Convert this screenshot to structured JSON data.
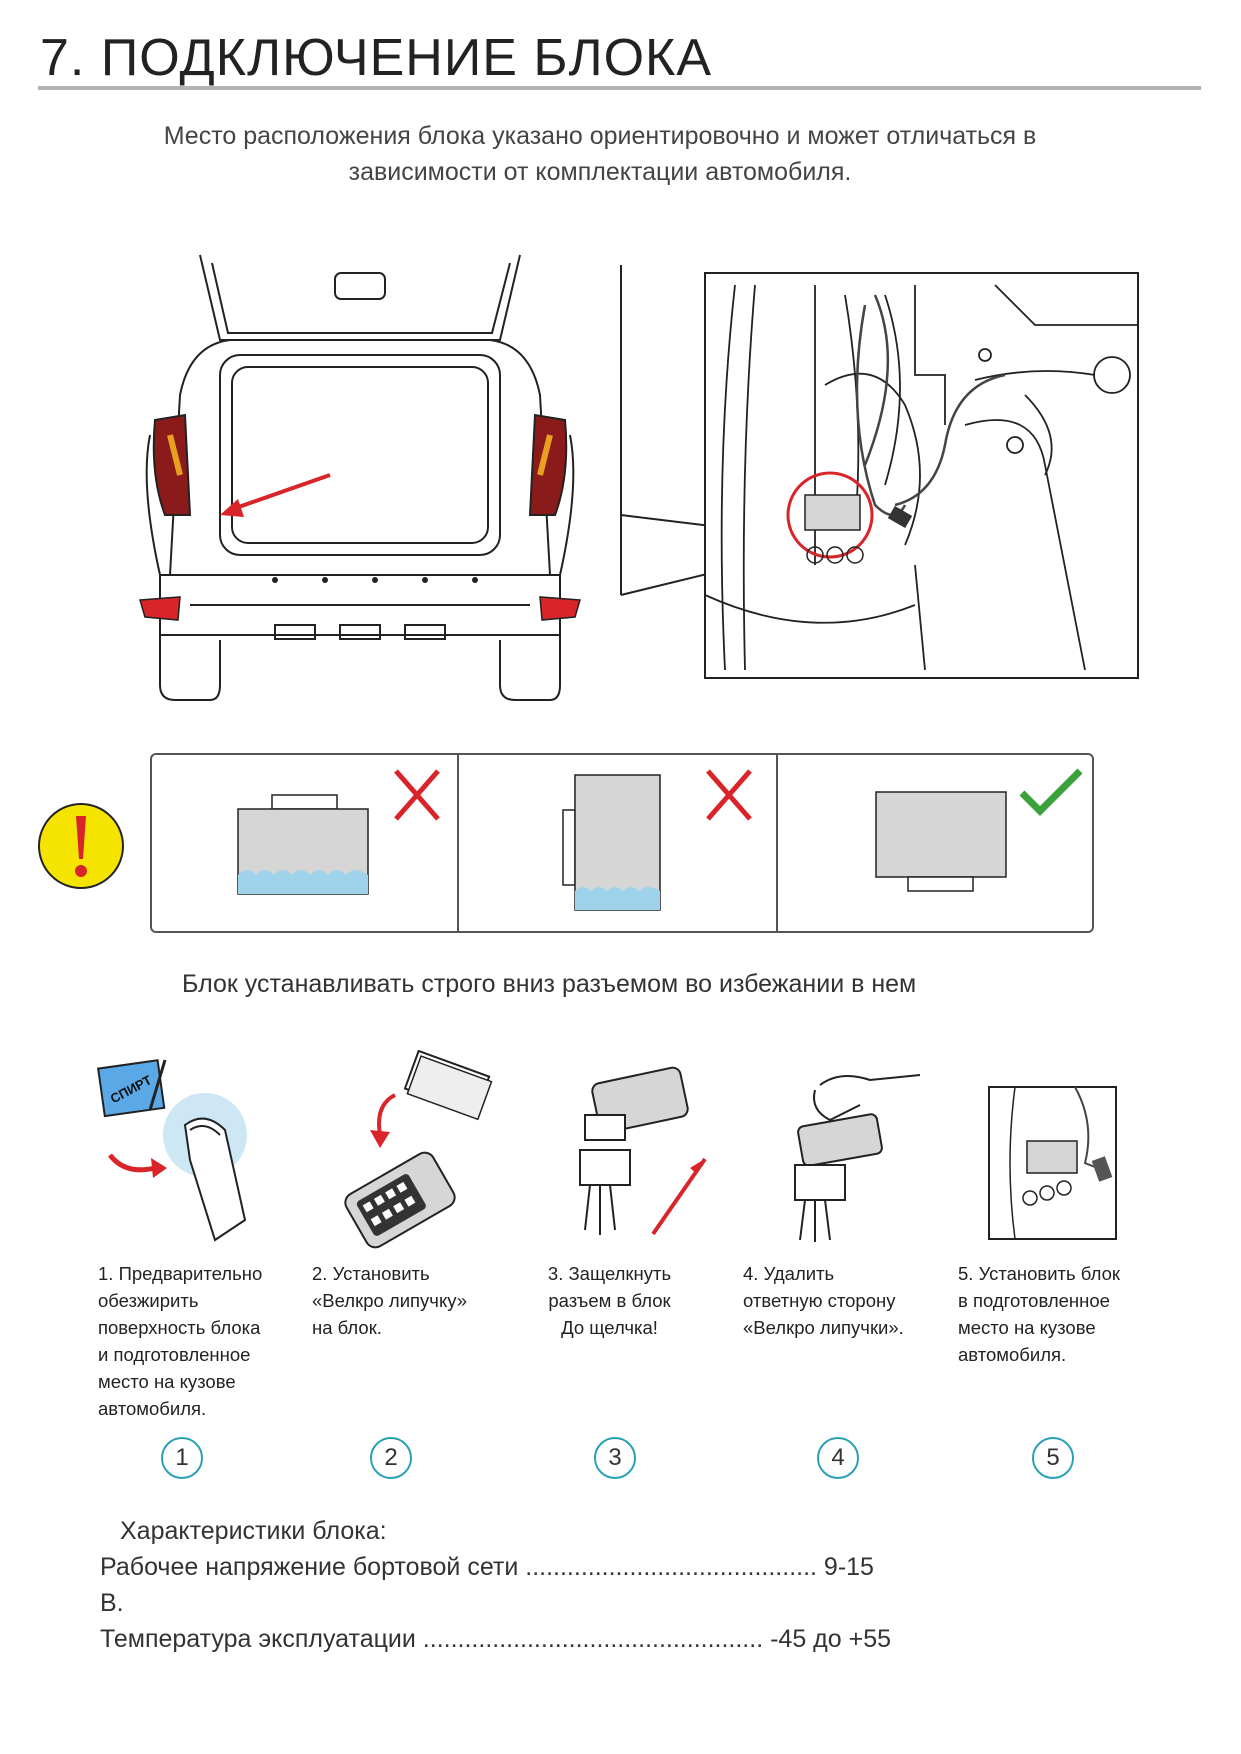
{
  "title": "7. ПОДКЛЮЧЕНИЕ БЛОКА",
  "intro": {
    "line1": "Место расположения блока указано ориентировочно и может отличаться в",
    "line2": "зависимости от комплектации автомобиля."
  },
  "warning": {
    "icon": "exclamation-icon",
    "cells": [
      {
        "state": "wrong",
        "mark": "cross-icon",
        "color": "#d9252a"
      },
      {
        "state": "wrong",
        "mark": "cross-icon",
        "color": "#d9252a"
      },
      {
        "state": "correct",
        "mark": "check-icon",
        "color": "#3aa13a"
      }
    ],
    "note": "Блок устанавливать строго вниз разъемом во избежании в нем"
  },
  "steps": [
    {
      "number": "1",
      "lines": [
        "1. Предварительно",
        "обезжирить",
        "поверхность блока",
        "и подготовленное",
        "место на кузове",
        "автомобиля."
      ],
      "label_on_pack": "СПИРТ"
    },
    {
      "number": "2",
      "lines": [
        "2. Установить",
        "«Велкро липучку»",
        "на блок."
      ]
    },
    {
      "number": "3",
      "lines": [
        "3. Защелкнуть",
        "разъем в блок",
        "До щелчка!"
      ]
    },
    {
      "number": "4",
      "lines": [
        "4. Удалить",
        "ответную сторону",
        "«Велкро липучки»."
      ]
    },
    {
      "number": "5",
      "lines": [
        "5. Установить блок",
        "в подготовленное",
        "место на кузове",
        "автомобиля."
      ]
    }
  ],
  "specs": {
    "title": "Характеристики блока:",
    "line1": "Рабочее напряжение бортовой сети .......................................... 9-15",
    "line2": "В.",
    "line3": "Температура эксплуатации ................................................. -45 до +55"
  },
  "colors": {
    "accent_red": "#d9252a",
    "check_green": "#3aa13a",
    "circle_blue": "#2aa0b8",
    "warning_yellow": "#f5e400",
    "water_blue": "#9fd3ec"
  }
}
